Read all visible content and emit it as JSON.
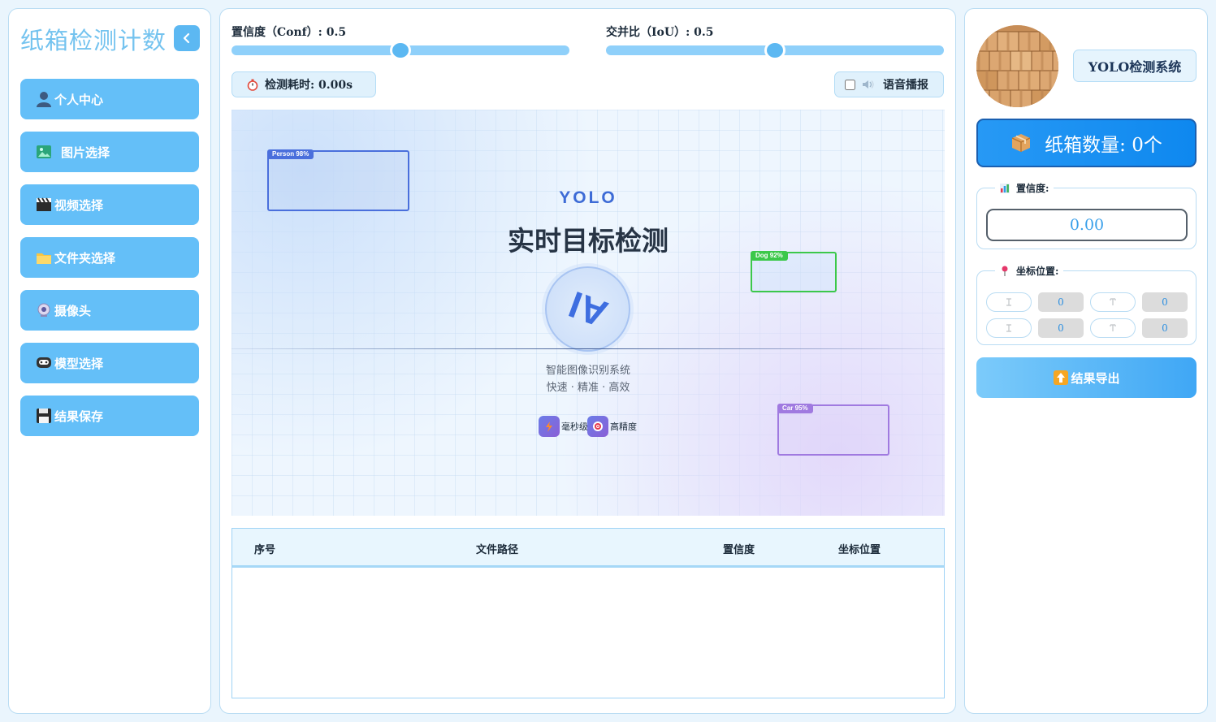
{
  "sidebar": {
    "title": "纸箱检测计数",
    "items": [
      {
        "label": "个人中心",
        "icon": "user-icon"
      },
      {
        "label": "图片选择",
        "icon": "image-icon"
      },
      {
        "label": "视频选择",
        "icon": "clapper-icon"
      },
      {
        "label": "文件夹选择",
        "icon": "folder-icon"
      },
      {
        "label": "摄像头",
        "icon": "webcam-icon"
      },
      {
        "label": "模型选择",
        "icon": "model-icon"
      },
      {
        "label": "结果保存",
        "icon": "floppy-icon"
      }
    ]
  },
  "controls": {
    "conf_label": "置信度（Conf）: 0.5",
    "conf_value": 0.5,
    "iou_label": "交并比（IoU）: 0.5",
    "iou_value": 0.5,
    "time_label": "检测耗时: 0.00s",
    "voice_label": "语音播报",
    "voice_checked": false
  },
  "preview": {
    "brand": "YOLO",
    "headline": "实时目标检测",
    "logo_text": "AI",
    "subtitle": "智能图像识别系统",
    "tagline": "快速 · 精准 · 高效",
    "features": [
      {
        "label": "毫秒级",
        "icon": "lightning-icon"
      },
      {
        "label": "高精度",
        "icon": "target-icon"
      }
    ],
    "detections": [
      {
        "label": "Person 98%",
        "color": "#4a6fdc"
      },
      {
        "label": "Dog 92%",
        "color": "#3cc84a"
      },
      {
        "label": "Car 95%",
        "color": "#a07ae0"
      }
    ]
  },
  "table": {
    "columns": [
      "序号",
      "文件路径",
      "置信度",
      "坐标位置"
    ],
    "rows": []
  },
  "right": {
    "system_title": "YOLO检测系统",
    "count_label": "纸箱数量: 0个",
    "conf_title": "置信度:",
    "conf_value": "0.00",
    "coord_title": "坐标位置:",
    "coords": {
      "xmin": "0",
      "ymin": "0",
      "xmax": "0",
      "ymax": "0"
    },
    "export_label": "结果导出"
  },
  "colors": {
    "accent": "#64bff8",
    "primary_blue": "#0e88ef",
    "title_blue": "#74c3ef"
  }
}
